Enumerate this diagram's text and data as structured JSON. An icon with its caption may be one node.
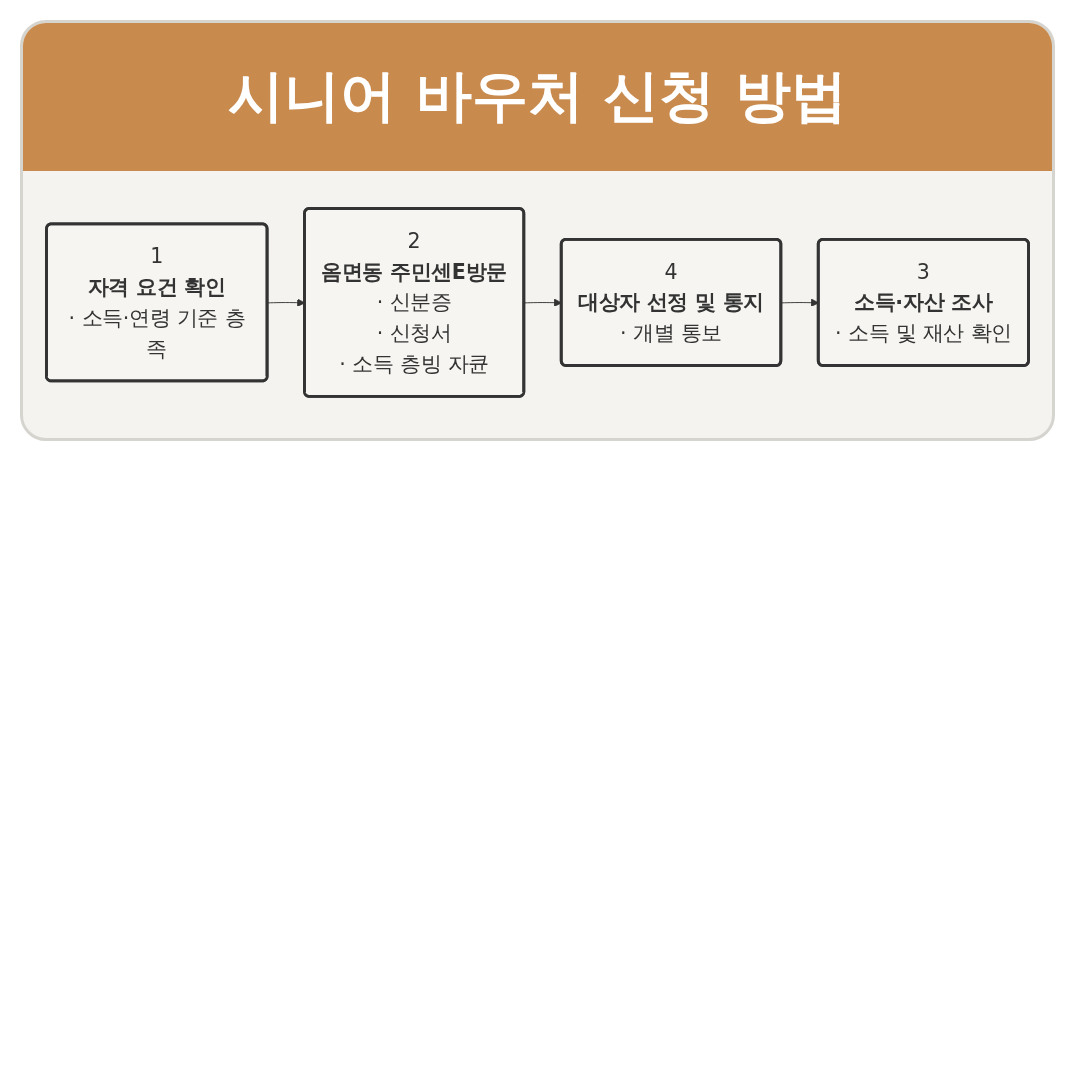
{
  "diagram": {
    "title": "시니어 바우처 신청 방법",
    "nodes": [
      {
        "text": [
          "1",
          "자격 요건 확인",
          "· 소득·연령 기준 층족"
        ]
      },
      {
        "text": [
          "2",
          "옴면동 주민센E방문",
          "· 신분증",
          "· 신청서",
          "· 소득 층빙 자큔"
        ]
      },
      {
        "text": [
          "3",
          "소득·자산 조사",
          "· 소득 및 재산 확인"
        ]
      },
      {
        "text": [
          "4",
          "대상자 선정 및 통지",
          "· 개별 통보"
        ]
      }
    ],
    "edges": [
      {
        "from": 0,
        "to": 1,
        "arrow": "to"
      },
      {
        "from": 1,
        "to": 3,
        "arrow": "to"
      },
      {
        "from": 3,
        "to": 2,
        "arrow": "to"
      }
    ]
  }
}
